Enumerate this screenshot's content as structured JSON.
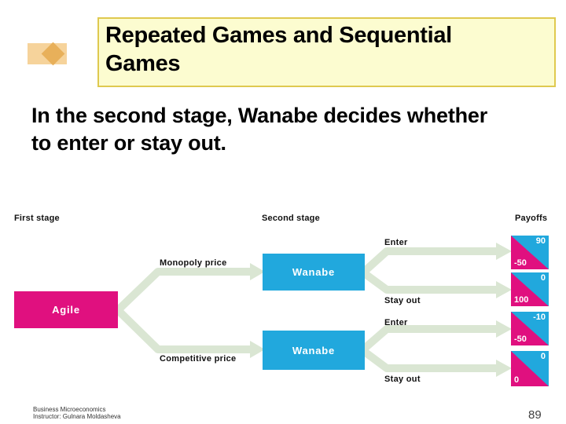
{
  "slide": {
    "title_lines": [
      "Repeated Games and Sequential",
      "Games"
    ],
    "body_lines": [
      "In the second stage, Wanabe decides whether",
      "to enter or stay out."
    ],
    "footer": {
      "line1": "Business Microeconomics",
      "line2": "Instructor: Gulnara Moldasheva"
    },
    "page_number": "89"
  },
  "diagram": {
    "headers": {
      "first": "First stage",
      "second": "Second stage",
      "payoffs": "Payoffs"
    },
    "first_stage": {
      "player": "Agile",
      "actions": {
        "top": "Monopoly price",
        "bottom": "Competitive price"
      }
    },
    "second_stage": {
      "top_node": {
        "player": "Wanabe",
        "actions": {
          "top": "Enter",
          "bottom": "Stay out"
        }
      },
      "bottom_node": {
        "player": "Wanabe",
        "actions": {
          "top": "Enter",
          "bottom": "Stay out"
        }
      }
    },
    "payoffs": [
      {
        "wanabe": "90",
        "agile": "-50"
      },
      {
        "wanabe": "0",
        "agile": "100"
      },
      {
        "wanabe": "-10",
        "agile": "-50"
      },
      {
        "wanabe": "0",
        "agile": "0"
      }
    ],
    "colors": {
      "agile_magenta": "#e0107f",
      "wanabe_cyan": "#21a8dd",
      "branch_green": "#dae6d3",
      "title_bg": "#fcfcd0",
      "title_border": "#dfc94f"
    }
  }
}
